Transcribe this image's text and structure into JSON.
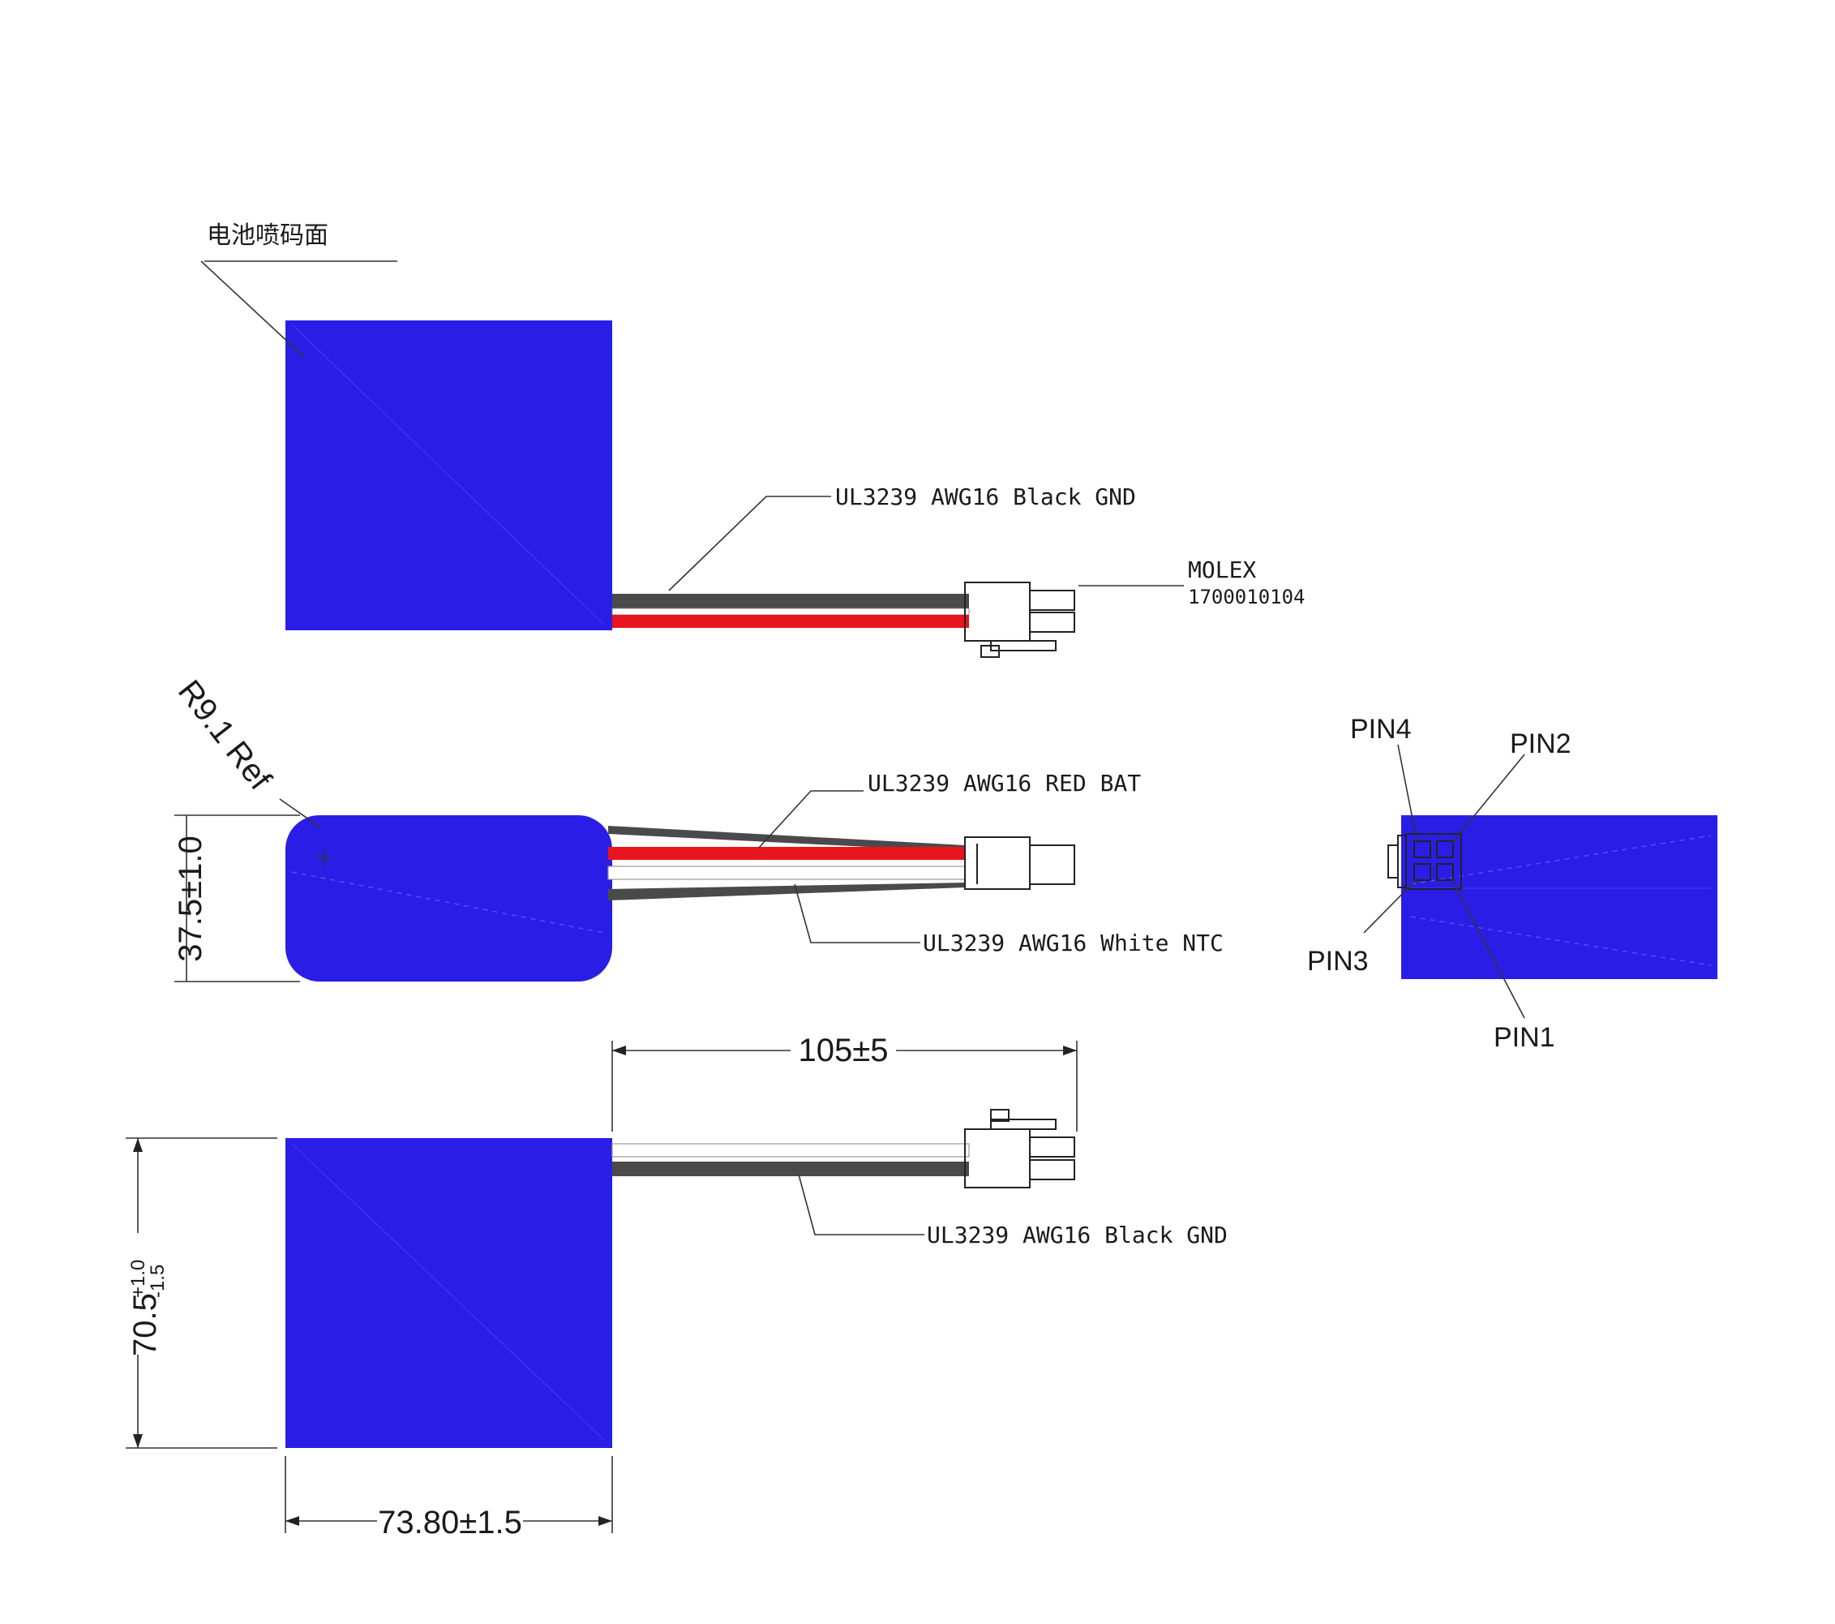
{
  "colors": {
    "battery": "#2a1ee6",
    "wire_red": "#e8141e",
    "wire_black": "#4a4a4a",
    "wire_white": "#f2f2f2"
  },
  "labels": {
    "printed_face": "电池喷码面",
    "wire_black_gnd": "UL3239 AWG16 Black GND",
    "connector_brand": "MOLEX",
    "connector_part": "1700010104",
    "radius_ref": "R9.1 Ref",
    "wire_red_bat": "UL3239 AWG16 RED BAT",
    "wire_white_ntc": "UL3239 AWG16 White NTC",
    "wire_black_gnd_bottom": "UL3239 AWG16 Black GND"
  },
  "dimensions": {
    "thickness": "37.5±1.0",
    "lead_length": "105±5",
    "height_value": "70.5",
    "height_tol_plus": "+1.0",
    "height_tol_minus": "-1.5",
    "width": "73.80±1.5"
  },
  "pins": {
    "pin1": "PIN1",
    "pin2": "PIN2",
    "pin3": "PIN3",
    "pin4": "PIN4"
  }
}
